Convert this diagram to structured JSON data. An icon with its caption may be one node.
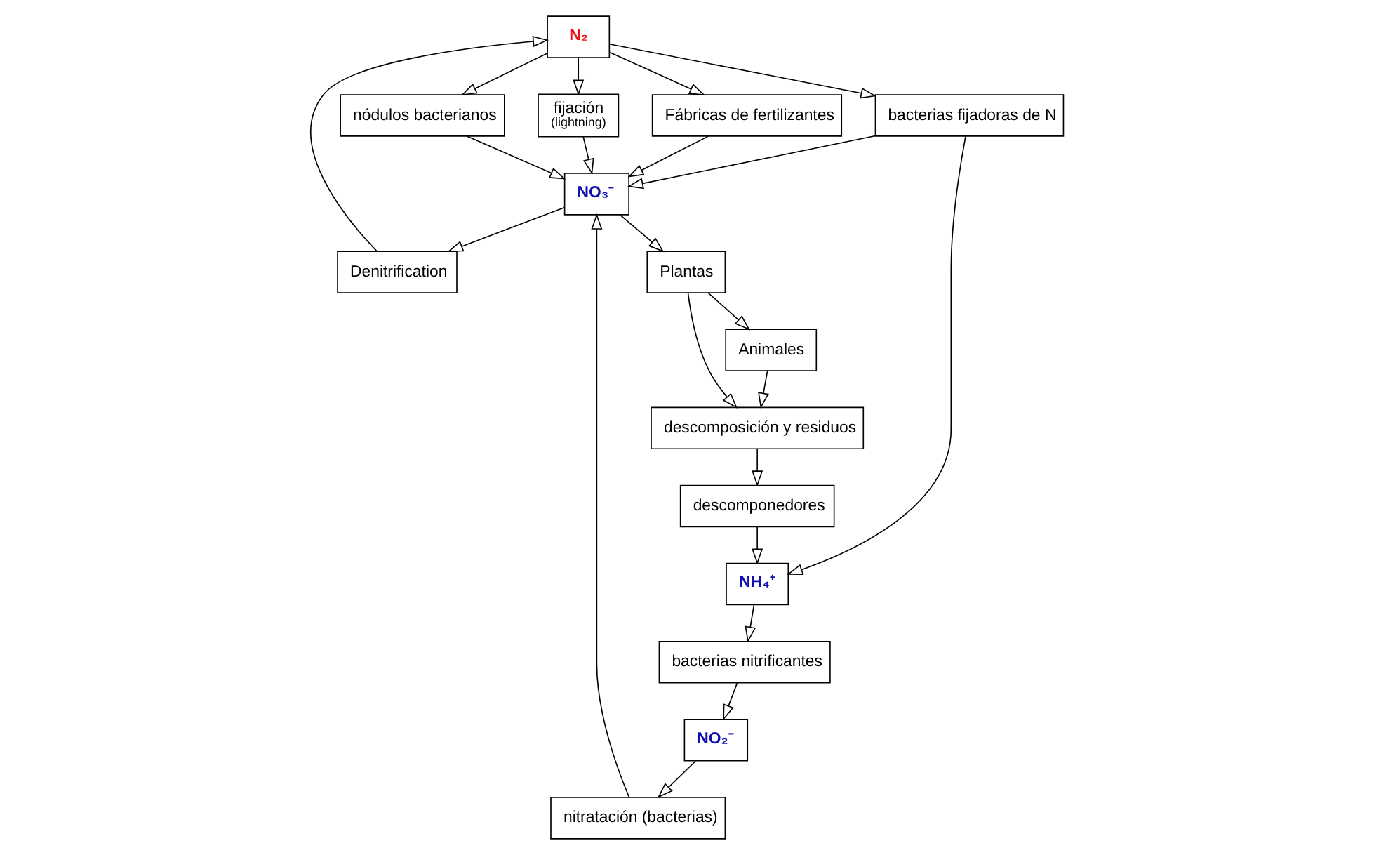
{
  "diagram": {
    "nodes": [
      {
        "text": [
          "N₂"
        ]
      },
      {
        "text": [
          "fijación",
          "(lightning)"
        ]
      },
      {
        "text": [
          "Denitrification"
        ]
      },
      {
        "text": [
          "Fábricas de fertilizantes"
        ]
      },
      {
        "text": [
          "nódulos bacterianos"
        ]
      },
      {
        "text": [
          "bacterias fijadoras de N"
        ]
      },
      {
        "text": [
          "NO₃⁻"
        ]
      },
      {
        "text": [
          "nitratación (bacterias)"
        ]
      },
      {
        "text": [
          "Plantas"
        ]
      },
      {
        "text": [
          "Animales"
        ]
      },
      {
        "text": [
          "NO₂⁻"
        ]
      },
      {
        "text": [
          "descomposición y residuos"
        ]
      },
      {
        "text": [
          "bacterias nitrificantes"
        ]
      },
      {
        "text": [
          "NH₄⁺"
        ]
      },
      {
        "text": [
          "descomponedores"
        ]
      }
    ],
    "edges": [
      {
        "from": 0,
        "to": 3,
        "arrow": "to"
      },
      {
        "from": 0,
        "to": 4,
        "arrow": "to"
      },
      {
        "from": 0,
        "to": 1,
        "arrow": "to"
      },
      {
        "from": 0,
        "to": 5,
        "arrow": "to"
      },
      {
        "from": 2,
        "to": 0,
        "arrow": "to"
      },
      {
        "from": 6,
        "to": 2,
        "arrow": "to"
      },
      {
        "from": 1,
        "to": 6,
        "arrow": "to"
      },
      {
        "from": 3,
        "to": 6,
        "arrow": "to"
      },
      {
        "from": 4,
        "to": 6,
        "arrow": "to"
      },
      {
        "from": 5,
        "to": 6,
        "arrow": "to"
      },
      {
        "from": 7,
        "to": 6,
        "arrow": "to"
      },
      {
        "from": 6,
        "to": 8,
        "arrow": "to"
      },
      {
        "from": 8,
        "to": 9,
        "arrow": "to"
      },
      {
        "from": 8,
        "to": 11,
        "arrow": "to"
      },
      {
        "from": 9,
        "to": 11,
        "arrow": "to"
      },
      {
        "from": 11,
        "to": 14,
        "arrow": "to"
      },
      {
        "from": 14,
        "to": 13,
        "arrow": "to"
      },
      {
        "from": 13,
        "to": 12,
        "arrow": "to"
      },
      {
        "from": 12,
        "to": 10,
        "arrow": "to"
      },
      {
        "from": 10,
        "to": 7,
        "arrow": "to"
      },
      {
        "from": 5,
        "to": 13,
        "arrow": "to"
      }
    ]
  }
}
